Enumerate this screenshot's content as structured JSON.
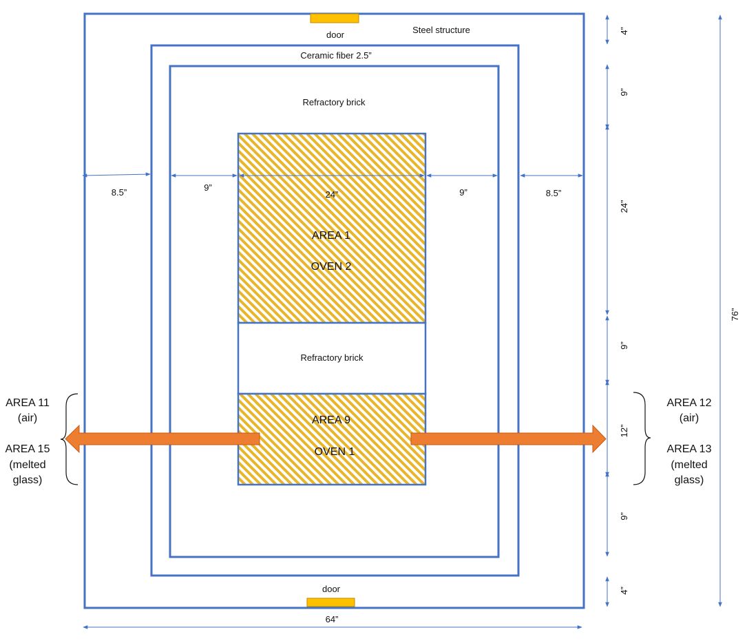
{
  "labels": {
    "door_top": "door",
    "door_bottom": "door",
    "steel": "Steel structure",
    "ceramic": "Ceramic fiber 2.5”",
    "brick_top": "Refractory brick",
    "brick_mid": "Refractory brick",
    "area1": "AREA 1",
    "oven2": "OVEN 2",
    "area9": "AREA 9",
    "oven1": "OVEN 1"
  },
  "dims": {
    "h_left_outer": "8.5”",
    "h_left_inner": "9”",
    "h_center": "24”",
    "h_right_inner": "9”",
    "h_right_outer": "8.5”",
    "total_width": "64”",
    "v_top": "4”",
    "v_brick_top": "9”",
    "v_oven2": "24”",
    "v_brick_mid": "9”",
    "v_oven1": "12”",
    "v_brick_bottom": "9”",
    "v_bottom": "4”",
    "total_height": "76”"
  },
  "left_side": {
    "line1": "AREA 11",
    "line2": "(air)",
    "line3": "AREA 15",
    "line4": "(melted",
    "line5": "glass)"
  },
  "right_side": {
    "line1": "AREA 12",
    "line2": "(air)",
    "line3": "AREA 13",
    "line4": "(melted",
    "line5": "glass)"
  },
  "colors": {
    "structure": "#4472c4",
    "door": "#ffc000",
    "hatch": "#e8b62a",
    "arrow": "#ed7d31"
  }
}
